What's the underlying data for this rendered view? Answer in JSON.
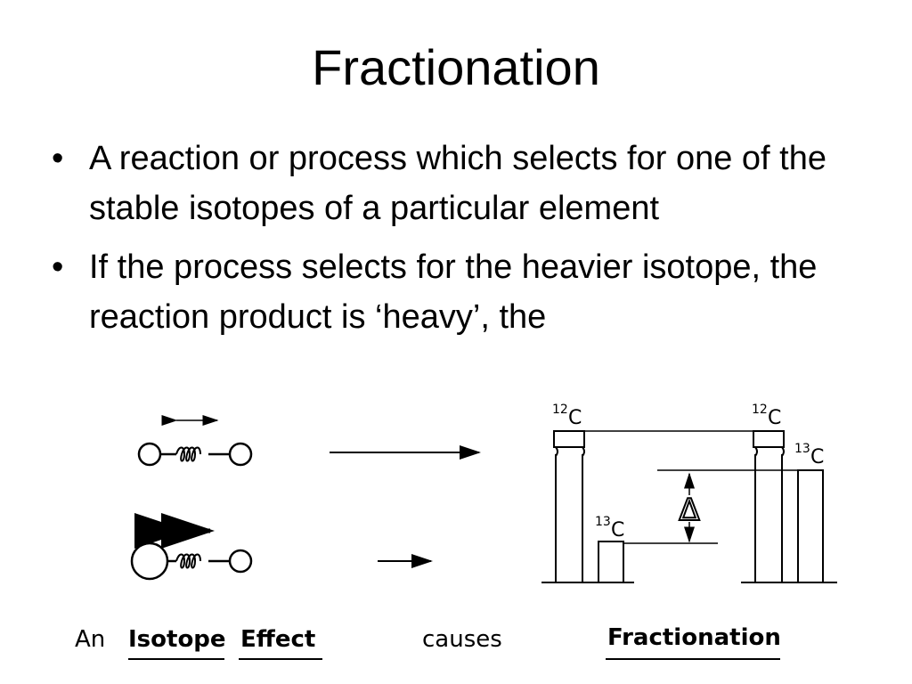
{
  "slide": {
    "title": "Fractionation",
    "bullets": [
      {
        "marker": "•",
        "text": "A reaction or process which selects for one of the stable isotopes of a particular element"
      },
      {
        "marker": "•",
        "text": "If the process selects for the heavier isotope, the reaction product is ‘heavy’, the"
      }
    ]
  },
  "figure": {
    "caption": {
      "an": "An",
      "isotope": "Isotope",
      "effect": "Effect",
      "causes": "causes",
      "fractionation": "Fractionation"
    },
    "bar_labels": {
      "c12_left_mass": "12",
      "c12_left_element": "C",
      "c13_left_mass": "13",
      "c13_left_element": "C",
      "c12_right_mass": "12",
      "c12_right_element": "C",
      "c13_right_mass": "13",
      "c13_right_element": "C"
    },
    "delta_symbol": "Δ"
  }
}
